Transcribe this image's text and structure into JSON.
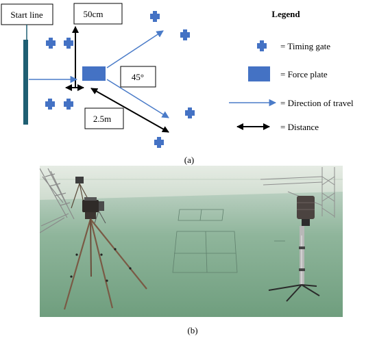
{
  "panel_a": {
    "labels": {
      "start_line": "Start line",
      "distance_50": "50cm",
      "angle": "45°",
      "distance_25": "2.5m"
    },
    "legend": {
      "title": "Legend",
      "items": [
        {
          "icon": "timing-gate-icon",
          "text": "= Timing gate"
        },
        {
          "icon": "force-plate-icon",
          "text": "= Force plate"
        },
        {
          "icon": "direction-arrow-icon",
          "text": "= Direction of travel"
        },
        {
          "icon": "distance-arrow-icon",
          "text": "= Distance"
        }
      ]
    },
    "colors": {
      "gate": "#4472c4",
      "plate": "#4472c4",
      "arrow": "#4a7bc8",
      "start_bar": "#1f5f73"
    },
    "caption": "(a)"
  },
  "panel_b": {
    "caption": "(b)"
  }
}
